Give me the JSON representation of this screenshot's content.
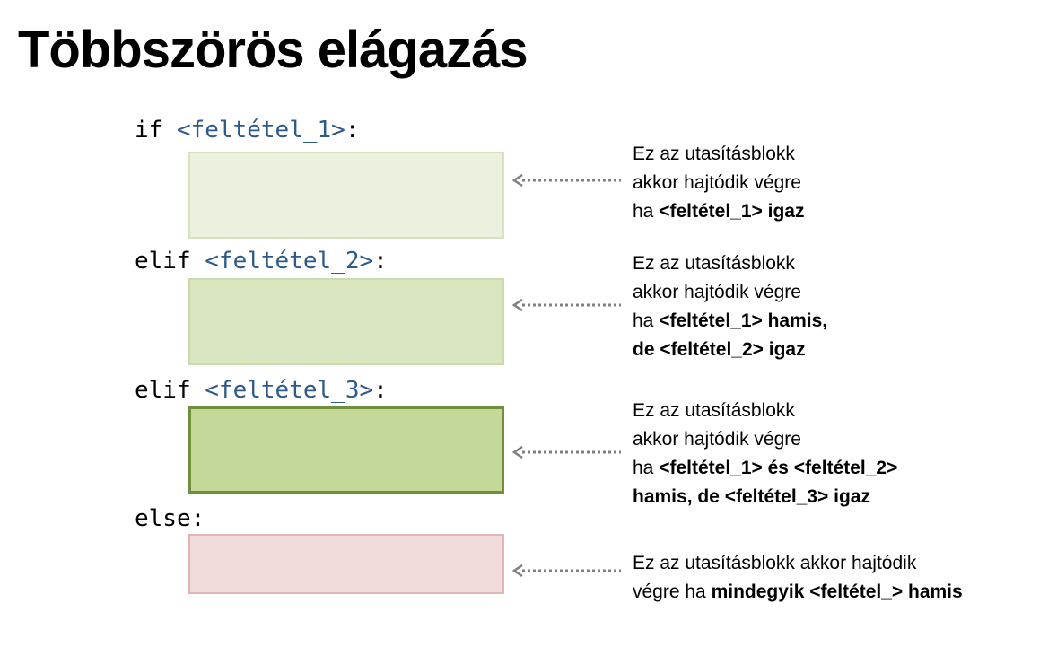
{
  "title": "Többszörös elágazás",
  "code": {
    "if_keyword": "if",
    "if_cond": "<feltétel_1>",
    "elif1_keyword": "elif",
    "elif1_cond": "<feltétel_2>",
    "elif2_keyword": "elif",
    "elif2_cond": "<feltétel_3>",
    "else_keyword": "else",
    "colon": ":"
  },
  "descriptions": {
    "d1": {
      "line1": "Ez az utasításblokk",
      "line2": "akkor hajtódik végre",
      "line3_pre": "ha ",
      "line3_bold": "<feltétel_1> igaz"
    },
    "d2": {
      "line1": "Ez az utasításblokk",
      "line2": "akkor hajtódik végre",
      "line3_pre": "ha ",
      "line3_bold": "<feltétel_1> hamis,",
      "line4_bold": "de <feltétel_2> igaz"
    },
    "d3": {
      "line1": "Ez az utasításblokk",
      "line2": "akkor hajtódik végre",
      "line3_pre": "ha ",
      "line3_bold": "<feltétel_1> és <feltétel_2>",
      "line4_bold": "hamis, de <feltétel_3> igaz"
    },
    "d4": {
      "line1": "Ez az utasításblokk akkor hajtódik",
      "line2_pre": "végre ha ",
      "line2_bold": "mindegyik <feltétel_> hamis"
    }
  },
  "colors": {
    "condition_text": "#2e5a8a",
    "block1": "#ebf1de",
    "block2": "#d9e6c1",
    "block3": "#c4d89a",
    "block_else": "#f2dcdb",
    "arrow": "#7f7f7f"
  }
}
